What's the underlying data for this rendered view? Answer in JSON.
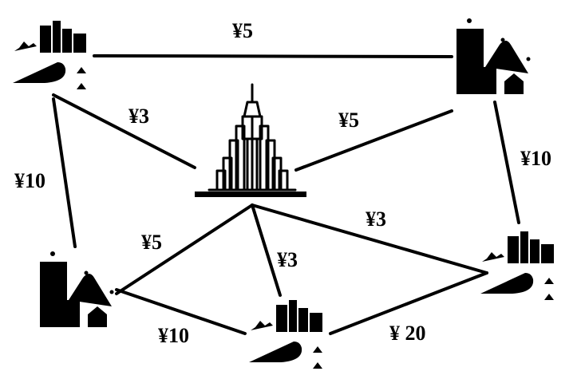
{
  "edges": {
    "top": "¥5",
    "left_center": "¥3",
    "right_center": "¥5",
    "left_vertical": "¥10",
    "right_vertical": "¥10",
    "center_right": "¥3",
    "center_lowerleft": "¥5",
    "center_bottom": "¥3",
    "lowerleft_bottom": "¥10",
    "bottom_right": "¥ 20"
  },
  "nodes": [
    {
      "name": "top-left-city",
      "icon": "city-coast-icon"
    },
    {
      "name": "top-right-city",
      "icon": "city-mountain-icon"
    },
    {
      "name": "center-tower",
      "icon": "skyscraper-icon"
    },
    {
      "name": "right-city",
      "icon": "city-coast-icon"
    },
    {
      "name": "lower-left-city",
      "icon": "city-mountain-icon"
    },
    {
      "name": "bottom-city",
      "icon": "city-coast-icon"
    }
  ]
}
